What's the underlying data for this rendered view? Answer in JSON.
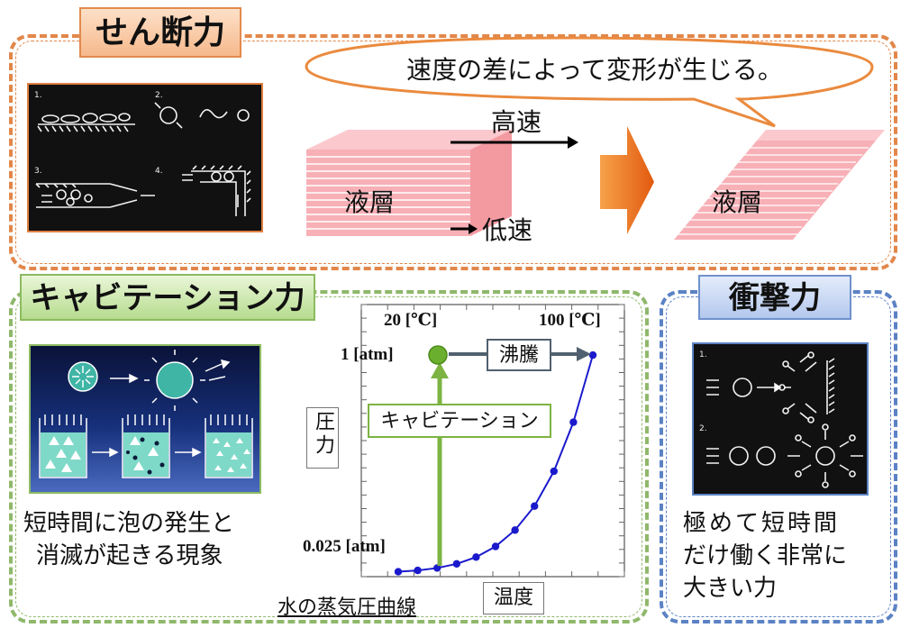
{
  "shear": {
    "title": "せん断力",
    "speech_bubble": "速度の差によって変形が生じる。",
    "high_speed_label": "高速",
    "low_speed_label": "低速",
    "liquid_layer_before": "液層",
    "liquid_layer_after": "液層",
    "photo_panel_numbers": [
      "1.",
      "2.",
      "3.",
      "4."
    ]
  },
  "cavitation": {
    "title": "キャビテーション力",
    "caption_line1": "短時間に泡の発生と",
    "caption_line2": "消滅が起きる現象"
  },
  "impact": {
    "title": "衝撃力",
    "caption_line1": "極めて短時間",
    "caption_line2": "だけ働く非常に",
    "caption_line3": "大きい力",
    "photo_panel_numbers": [
      "1.",
      "2."
    ]
  },
  "chart_data": {
    "type": "line",
    "title": "水の蒸気圧曲線",
    "xlabel": "温度",
    "ylabel": "圧力",
    "points": [
      {
        "x": 0,
        "y": 0.006
      },
      {
        "x": 10,
        "y": 0.012
      },
      {
        "x": 20,
        "y": 0.023
      },
      {
        "x": 30,
        "y": 0.042
      },
      {
        "x": 40,
        "y": 0.073
      },
      {
        "x": 50,
        "y": 0.122
      },
      {
        "x": 60,
        "y": 0.197
      },
      {
        "x": 70,
        "y": 0.307
      },
      {
        "x": 80,
        "y": 0.467
      },
      {
        "x": 90,
        "y": 0.692
      },
      {
        "x": 100,
        "y": 1.0
      }
    ],
    "xlim": [
      0,
      100
    ],
    "ylim": [
      0,
      1.05
    ],
    "annotations": {
      "temp_20": "20 [℃]",
      "temp_100": "100 [℃]",
      "pressure_1": "1 [atm]",
      "pressure_0025": "0.025 [atm]",
      "boiling": "沸騰",
      "cavitation": "キャビテーション"
    },
    "colors": {
      "curve": "#1a1acc",
      "marker_green": "#6ab02e",
      "arrow_gray": "#51606e",
      "arrow_green": "#7cb342"
    }
  }
}
